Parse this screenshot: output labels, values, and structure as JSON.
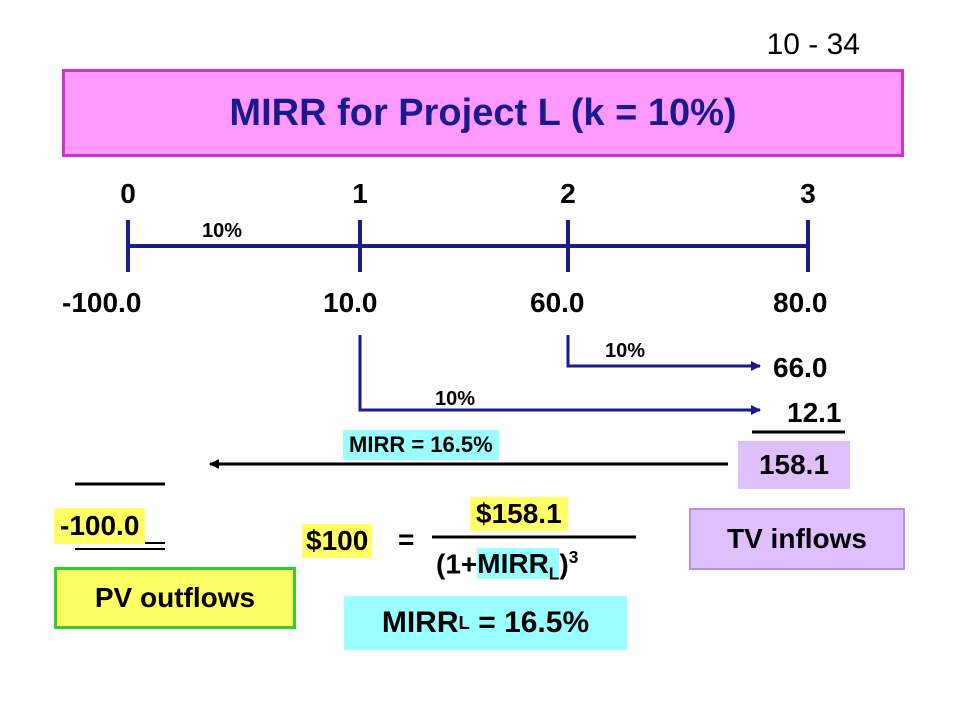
{
  "slide_number": "10 - 34",
  "title": "MIRR for Project L (k = 10%)",
  "colors": {
    "title_fill": "#ff99ff",
    "title_text": "#1a1a8c",
    "timeline": "#1a1a8c",
    "yellow": "#ffff66",
    "cyan": "#99ffff",
    "lavender": "#e0bfff",
    "green": "#33cc33"
  },
  "timeline": {
    "periods": [
      "0",
      "1",
      "2",
      "3"
    ],
    "rate_label": "10%",
    "cash_flows": [
      "-100.0",
      "10.0",
      "60.0",
      "80.0"
    ]
  },
  "compounding": {
    "rate_from_2": "10%",
    "value_from_2": "66.0",
    "rate_from_1": "10%",
    "value_from_1": "12.1"
  },
  "terminal_value": "158.1",
  "mirr_arrow_label": "MIRR = 16.5%",
  "pv_value": "-100.0",
  "pv_label": "PV outflows",
  "tv_label": "TV inflows",
  "equation": {
    "lhs": "$100",
    "equals": "=",
    "numerator": "$158.1",
    "den_open": "(1+",
    "den_mirr": "MIRR",
    "den_sub": "L",
    "den_close": ")",
    "den_exp": "3"
  },
  "result": {
    "prefix": "MIRR",
    "sub": "L",
    "suffix": " = 16.5%"
  }
}
